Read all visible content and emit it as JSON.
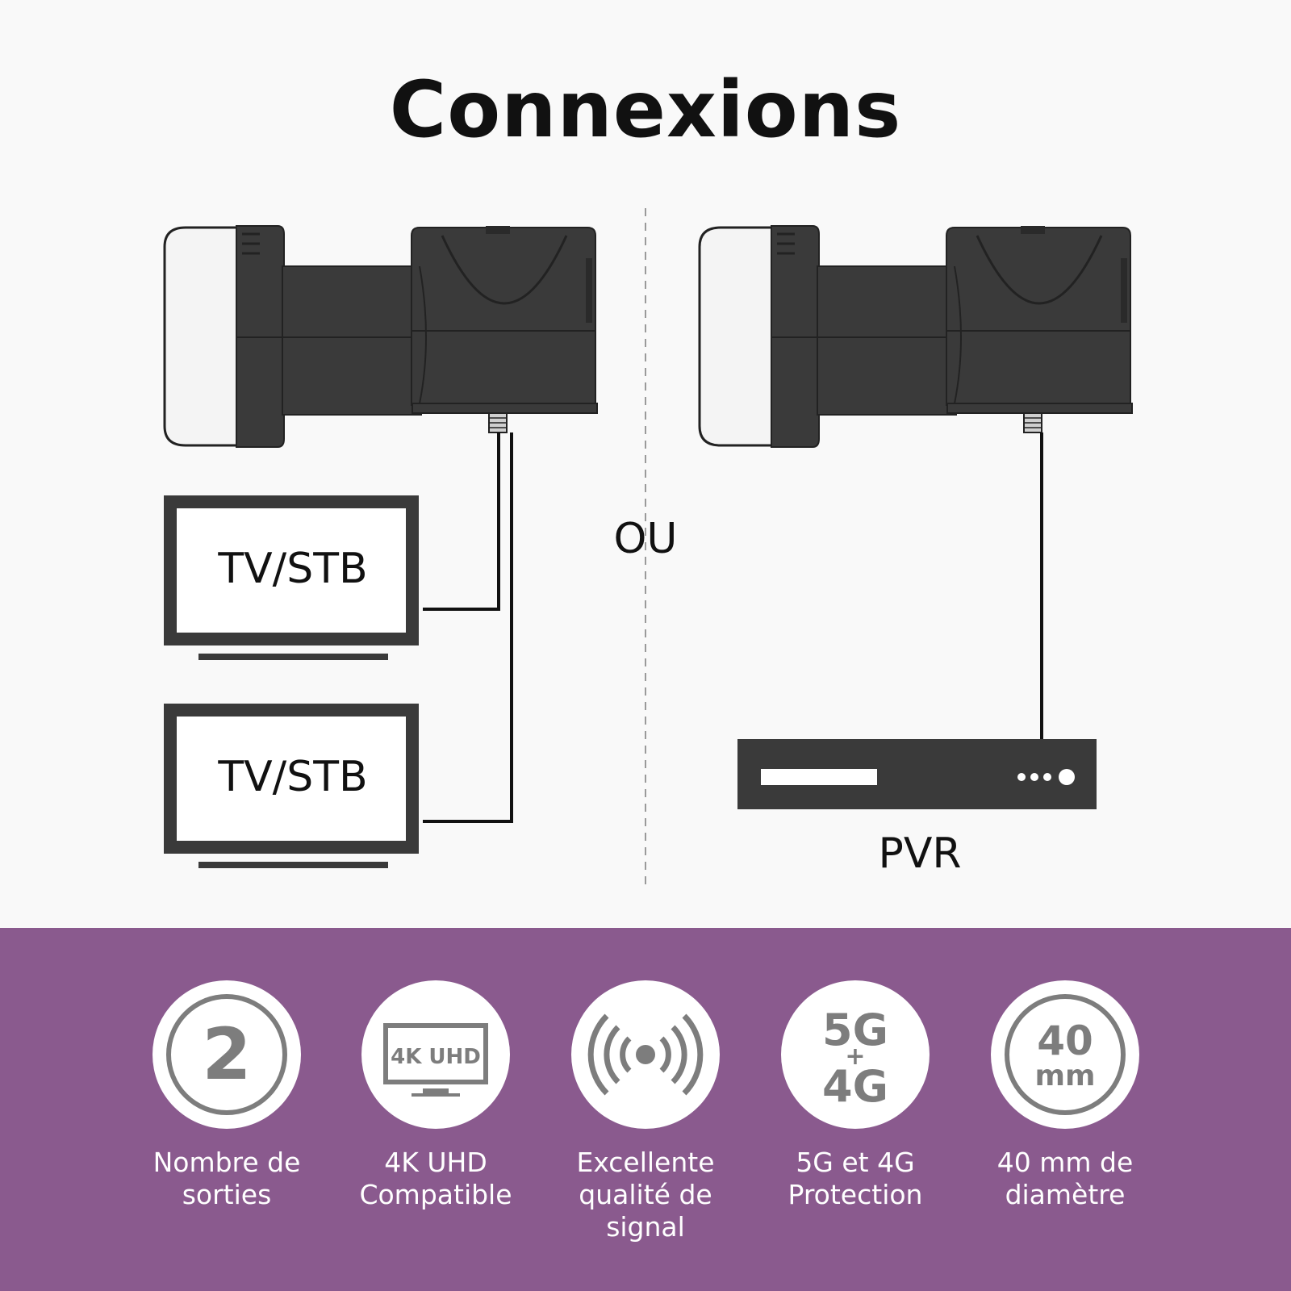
{
  "title": "Connexions",
  "diagram": {
    "tv_label": "TV/STB",
    "or_label": "OU",
    "pvr_label": "PVR"
  },
  "colors": {
    "device_dark": "#3a3a3a",
    "device_light": "#f4f4f4",
    "band": "#8a5a8e",
    "icon_gray": "#7d7d7d"
  },
  "features": [
    {
      "icon": "outputs-count-icon",
      "icon_text": "2",
      "label_line1": "Nombre de",
      "label_line2": "sorties",
      "label_line3": ""
    },
    {
      "icon": "uhd-tv-icon",
      "icon_text": "4K UHD",
      "label_line1": "4K UHD",
      "label_line2": "Compatible",
      "label_line3": ""
    },
    {
      "icon": "signal-icon",
      "icon_text": "",
      "label_line1": "Excellente",
      "label_line2": "qualité de",
      "label_line3": "signal"
    },
    {
      "icon": "5g-4g-icon",
      "icon_text_top": "5G",
      "icon_text_mid": "+",
      "icon_text_bottom": "4G",
      "label_line1": "5G et 4G",
      "label_line2": "Protection",
      "label_line3": ""
    },
    {
      "icon": "diameter-icon",
      "icon_text_top": "40",
      "icon_text_bottom": "mm",
      "label_line1": "40 mm de",
      "label_line2": "diamètre",
      "label_line3": ""
    }
  ]
}
